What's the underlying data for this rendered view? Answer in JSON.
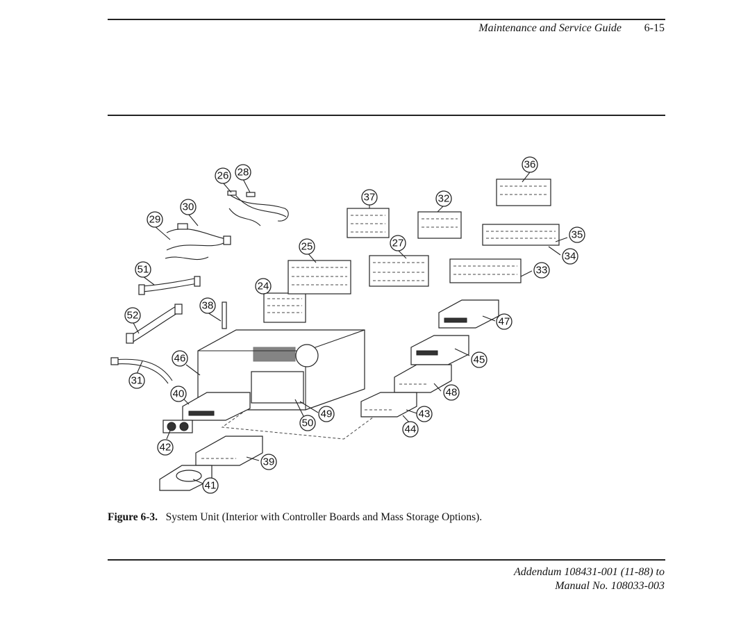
{
  "header": {
    "title": "Maintenance and Service Guide",
    "page_number": "6-15"
  },
  "figure": {
    "callouts": [
      "24",
      "25",
      "26",
      "27",
      "28",
      "29",
      "30",
      "31",
      "32",
      "33",
      "34",
      "35",
      "36",
      "37",
      "38",
      "39",
      "40",
      "41",
      "42",
      "43",
      "44",
      "45",
      "46",
      "47",
      "48",
      "49",
      "50",
      "51",
      "52"
    ]
  },
  "caption": {
    "label": "Figure 6-3.",
    "text": "System Unit (Interior with Controller Boards and Mass Storage Options)."
  },
  "footer": {
    "line1": "Addendum 108431-001 (11-88) to",
    "line2": "Manual No. 108033-003"
  }
}
